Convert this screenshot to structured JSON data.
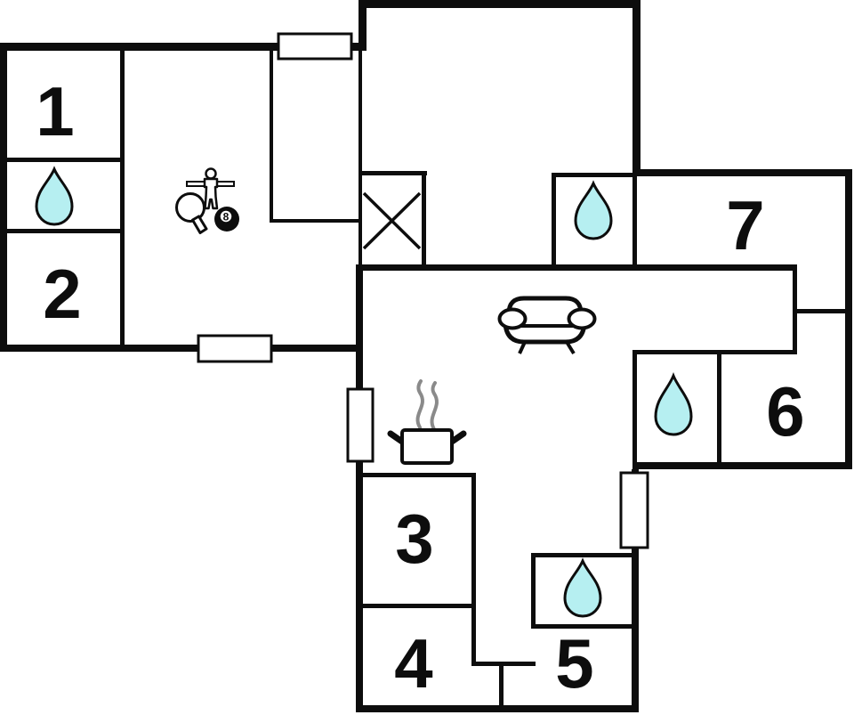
{
  "palette": {
    "background": "#ffffff",
    "wall": "#0d0d0d",
    "white": "#ffffff",
    "water_drop_fill": "#b6eff1",
    "steam_gray": "#8a8a8a"
  },
  "rooms": [
    {
      "label": "1"
    },
    {
      "label": "2"
    },
    {
      "label": "3"
    },
    {
      "label": "4"
    },
    {
      "label": "5"
    },
    {
      "label": "6"
    },
    {
      "label": "7"
    }
  ],
  "icons": {
    "eight_ball_label": "8",
    "names": [
      "water-drop-icon",
      "sofa-icon",
      "foosball-player-icon",
      "foosball-rod-icon",
      "table-tennis-paddle-icon",
      "eight-ball-icon",
      "cooking-pot-icon",
      "steam-icon",
      "cross-box-icon",
      "window-marker",
      "door-marker"
    ]
  }
}
